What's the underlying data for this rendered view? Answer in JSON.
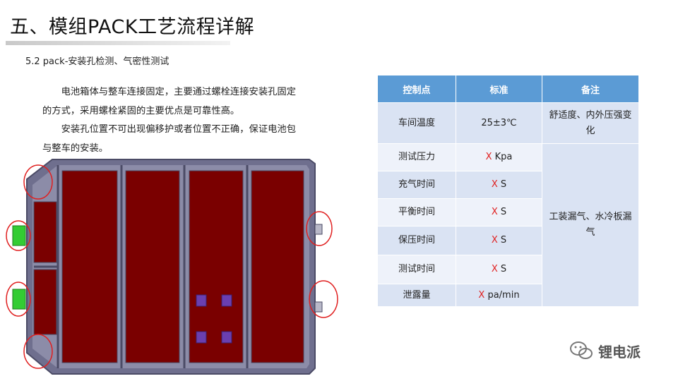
{
  "page": {
    "title": "五、模组PACK工艺流程详解",
    "subtitle": "5.2 pack-安装孔检测、气密性测试",
    "paragraphs": [
      "电池箱体与整车连接固定，主要通过螺栓连接安装孔固定的方式，采用螺栓紧固的主要优点是可靠性高。",
      "安装孔位置不可出现偏移护或者位置不正确，保证电池包与整车的安装。"
    ]
  },
  "table": {
    "headers": [
      "控制点",
      "标准",
      "备注"
    ],
    "rows": [
      {
        "point": "车间温度",
        "value": "25±3℃",
        "unit": "",
        "note": "舒适度、内外压强变化"
      },
      {
        "point": "测试压力",
        "value": "X",
        "unit": " Kpa",
        "note": ""
      },
      {
        "point": "充气时间",
        "value": "X",
        "unit": " S",
        "note": ""
      },
      {
        "point": "平衡时间",
        "value": "X",
        "unit": " S",
        "note": ""
      },
      {
        "point": "保压时间",
        "value": "X",
        "unit": " S",
        "note": ""
      },
      {
        "point": "测试时间",
        "value": "X",
        "unit": " S",
        "note": ""
      },
      {
        "point": "泄露量",
        "value": "X",
        "unit": " pa/min",
        "note": ""
      }
    ],
    "merged_note": "工装漏气、水冷板漏气"
  },
  "watermark": {
    "text": "锂电派",
    "icon": "wechat-icon"
  },
  "colors": {
    "header_blue": "#5b9bd5",
    "row_light": "#dae3f3",
    "row_alt": "#eef2fa",
    "mark_red": "#e02020",
    "cell_red": "#7a0000",
    "frame_gray": "#5a5a7a"
  }
}
